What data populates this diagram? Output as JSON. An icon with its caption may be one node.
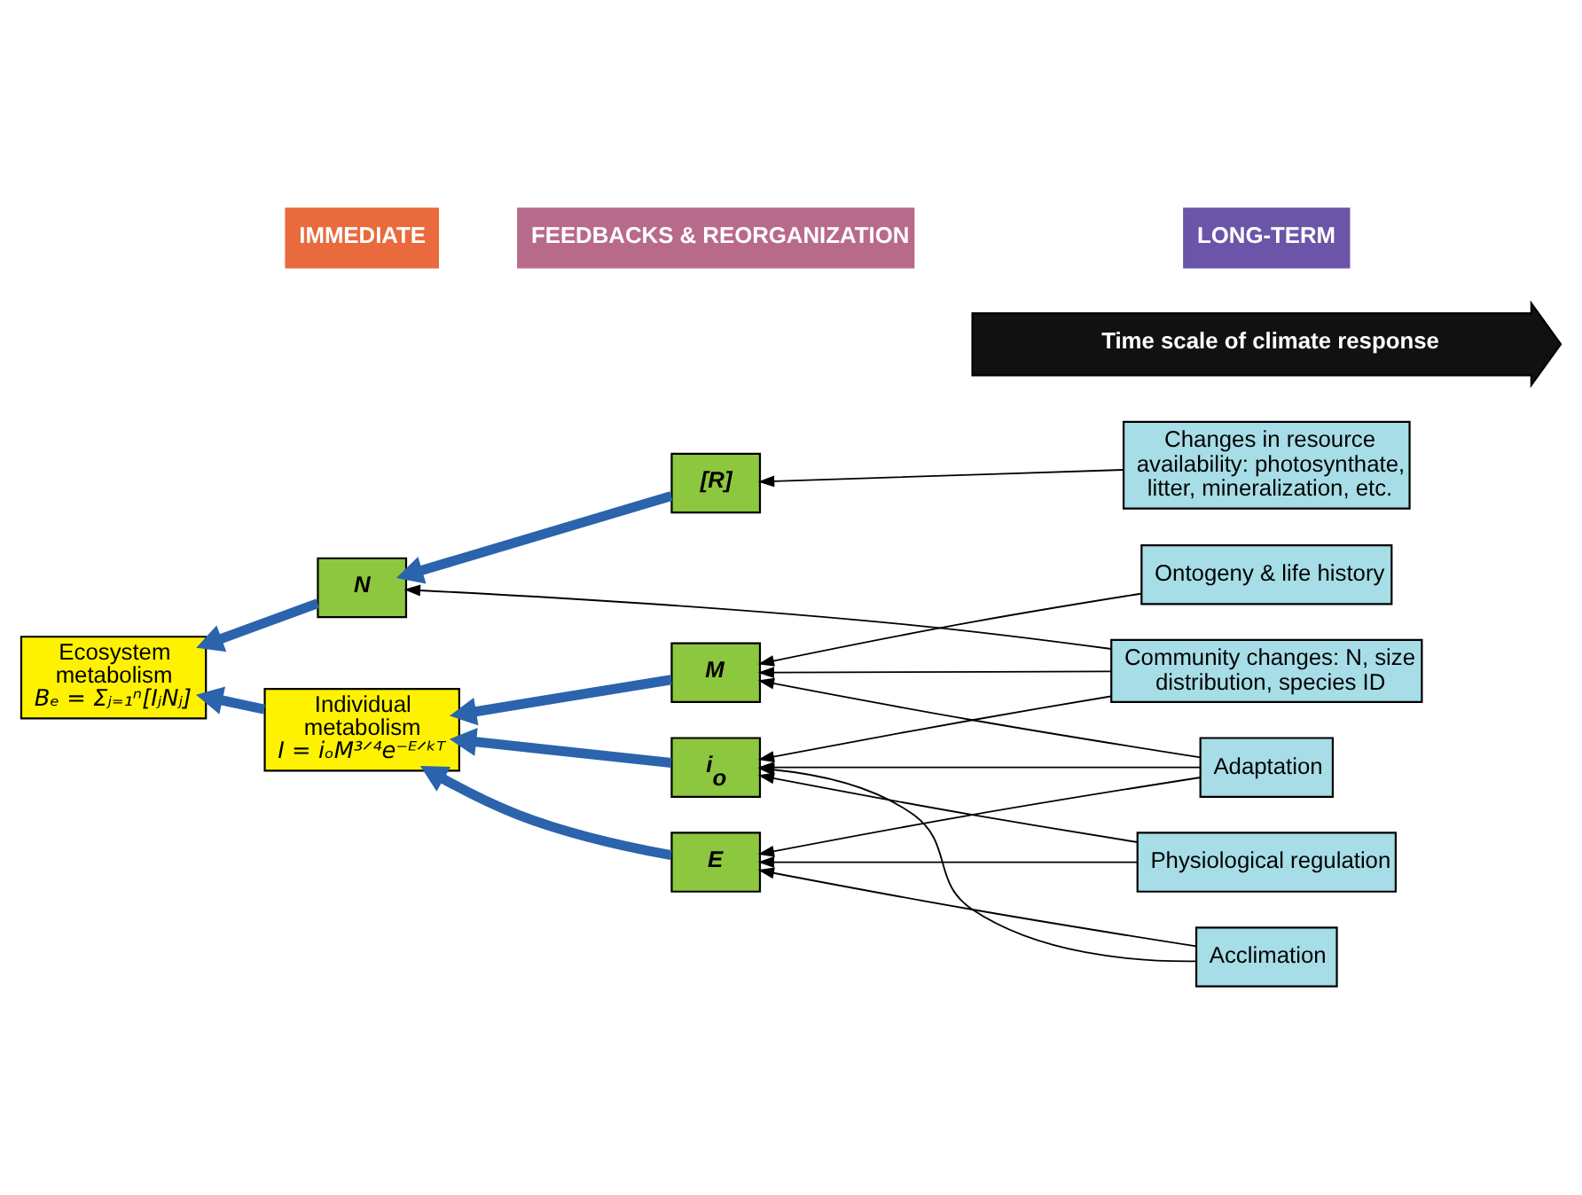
{
  "diagram": {
    "nodes": [
      {
        "text": [
          "Ecosystem metabolism",
          "Bₑ = Σⱼ₌₁ⁿ[IⱼNⱼ]"
        ]
      },
      {
        "text": [
          "Changes in resource availability: photosynthate, litter, mineralization, etc."
        ]
      },
      {
        "text": [
          "[R]"
        ]
      },
      {
        "text": [
          "Community changes: N, size distribution, species ID"
        ]
      },
      {
        "text": [
          "N"
        ]
      },
      {
        "text": [
          "Individual metabolism",
          "I = iₒM³ᐟ⁴e⁻ᴱᐟᵏᵀ"
        ]
      },
      {
        "text": [
          "M"
        ]
      },
      {
        "text": [
          "Ontogeny & life history"
        ]
      },
      {
        "text": [
          "i$_{o}$"
        ]
      },
      {
        "text": [
          "Adaptation"
        ]
      },
      {
        "text": [
          "E"
        ]
      },
      {
        "text": [
          "Physiological regulation"
        ]
      },
      {
        "text": [
          "Acclimation"
        ]
      },
      {
        "text": [
          "Time scale of climate response"
        ]
      }
    ],
    "edges": [
      {
        "from": 1,
        "to": 2,
        "arrow": "to"
      },
      {
        "from": 2,
        "to": 4,
        "arrow": "to",
        "style": "thick",
        "color": "#2b63ad"
      },
      {
        "from": 4,
        "to": 0,
        "arrow": "to",
        "style": "thick",
        "color": "#2b63ad"
      },
      {
        "from": 5,
        "to": 0,
        "arrow": "to",
        "style": "thick",
        "color": "#2b63ad"
      },
      {
        "from": 3,
        "to": 4,
        "arrow": "to"
      },
      {
        "from": 3,
        "to": 6,
        "arrow": "to"
      },
      {
        "from": 3,
        "to": 8,
        "arrow": "to"
      },
      {
        "from": 6,
        "to": 5,
        "arrow": "to",
        "style": "thick",
        "color": "#2b63ad"
      },
      {
        "from": 8,
        "to": 5,
        "arrow": "to",
        "style": "thick",
        "color": "#2b63ad"
      },
      {
        "from": 10,
        "to": 5,
        "arrow": "to",
        "style": "thick",
        "color": "#2b63ad"
      },
      {
        "from": 7,
        "to": 6,
        "arrow": "to"
      },
      {
        "from": 9,
        "to": 6,
        "arrow": "to"
      },
      {
        "from": 9,
        "to": 8,
        "arrow": "to"
      },
      {
        "from": 9,
        "to": 10,
        "arrow": "to"
      },
      {
        "from": 12,
        "to": 8,
        "arrow": "to"
      },
      {
        "from": 12,
        "to": 10,
        "arrow": "to"
      },
      {
        "from": 11,
        "to": 10,
        "arrow": "to"
      },
      {
        "from": 11,
        "to": 8,
        "arrow": "to"
      }
    ],
    "labels": [
      "IMMEDIATE",
      "FEEDBACKS & REORGANIZATION",
      "LONG-TERM"
    ]
  }
}
